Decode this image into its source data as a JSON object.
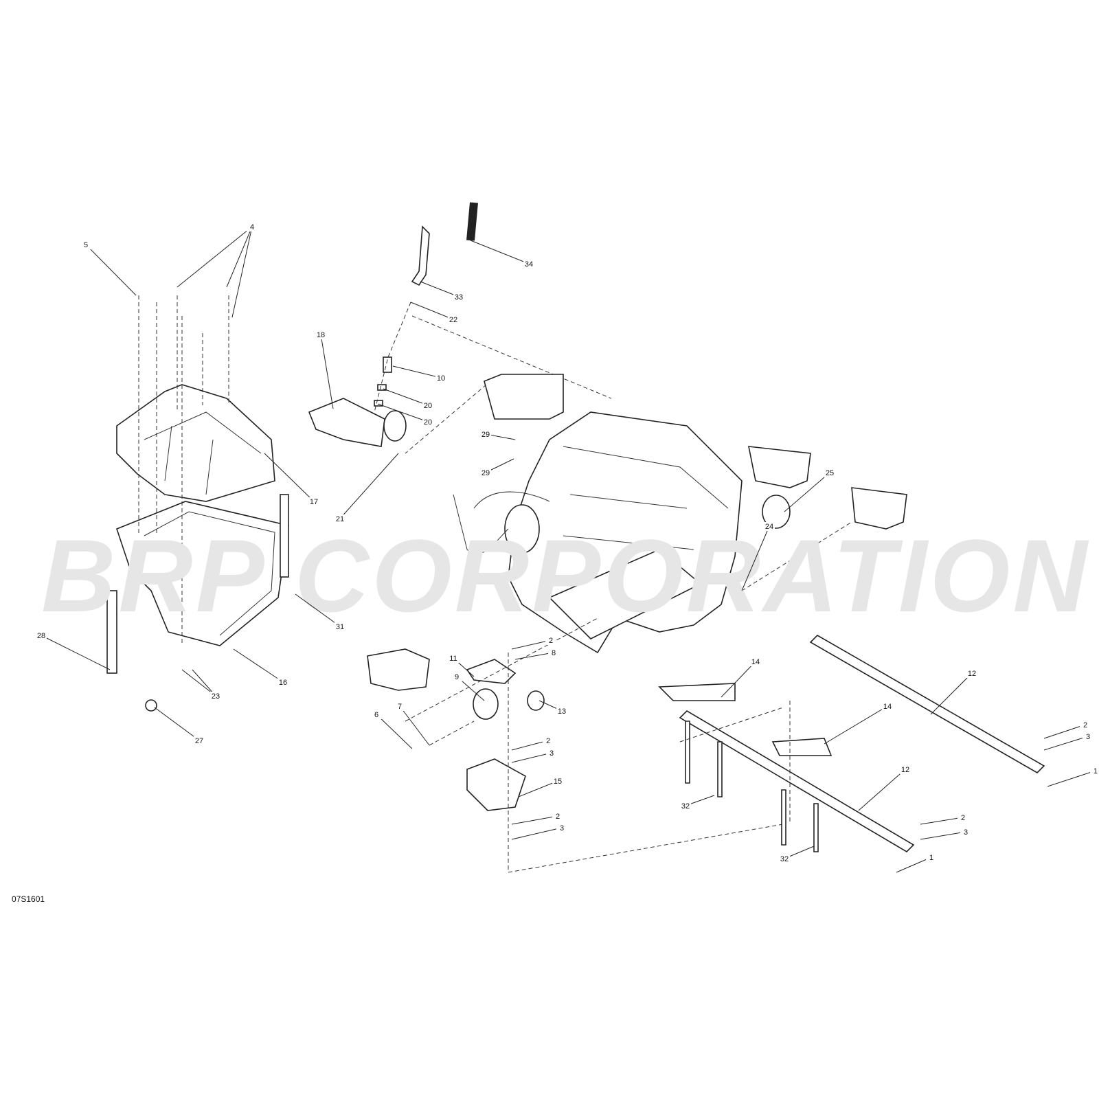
{
  "diagram_code": "07S1601",
  "watermark": "BRP CORPORATION",
  "callouts": [
    "5",
    "4",
    "34",
    "33",
    "22",
    "18",
    "10",
    "20",
    "20",
    "29",
    "29",
    "21",
    "17",
    "25",
    "24",
    "31",
    "28",
    "16",
    "23",
    "27",
    "2",
    "8",
    "11",
    "9",
    "13",
    "6",
    "7",
    "2",
    "3",
    "15",
    "2",
    "3",
    "14",
    "12",
    "14",
    "12",
    "2",
    "3",
    "1",
    "32",
    "2",
    "3",
    "32",
    "1"
  ]
}
